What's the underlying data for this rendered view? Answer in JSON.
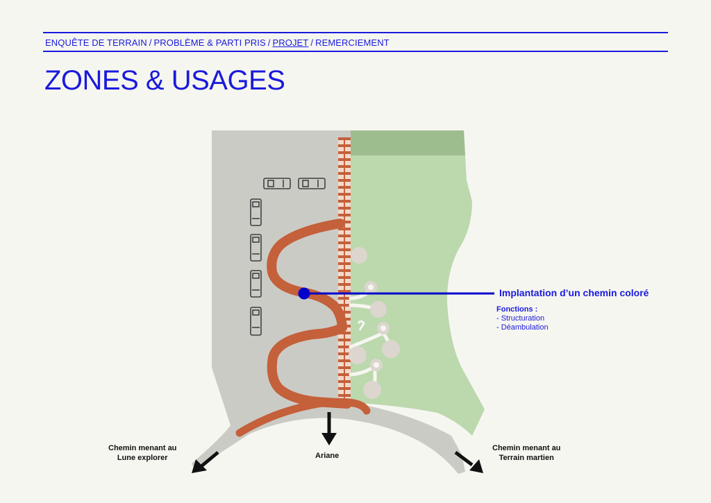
{
  "nav": {
    "items": [
      "ENQUÊTE DE TERRAIN",
      "PROBLÈME & PARTI PRIS",
      "PROJET",
      "REMERCIEMENT"
    ],
    "separator": "/",
    "active": "PROJET"
  },
  "page_title": "ZONES & USAGES",
  "callout": {
    "title": "Implantation d’un chemin coloré",
    "functions_heading": "Fonctions :",
    "functions": [
      "- Structuration",
      "- Déambulation"
    ]
  },
  "destinations": {
    "left_line1": "Chemin menant au",
    "left_line2": "Lune explorer",
    "center": "Ariane",
    "right_line1": "Chemin menant au",
    "right_line2": "Terrain martien"
  },
  "colors": {
    "accent_blue": "#1a1adc",
    "path_orange": "#c4603a",
    "parking_grey": "#cbcbc6",
    "grass_green": "#bcd8ad",
    "grass_dark": "#9dbd8e",
    "tree_circle": "#dcd6cf"
  }
}
